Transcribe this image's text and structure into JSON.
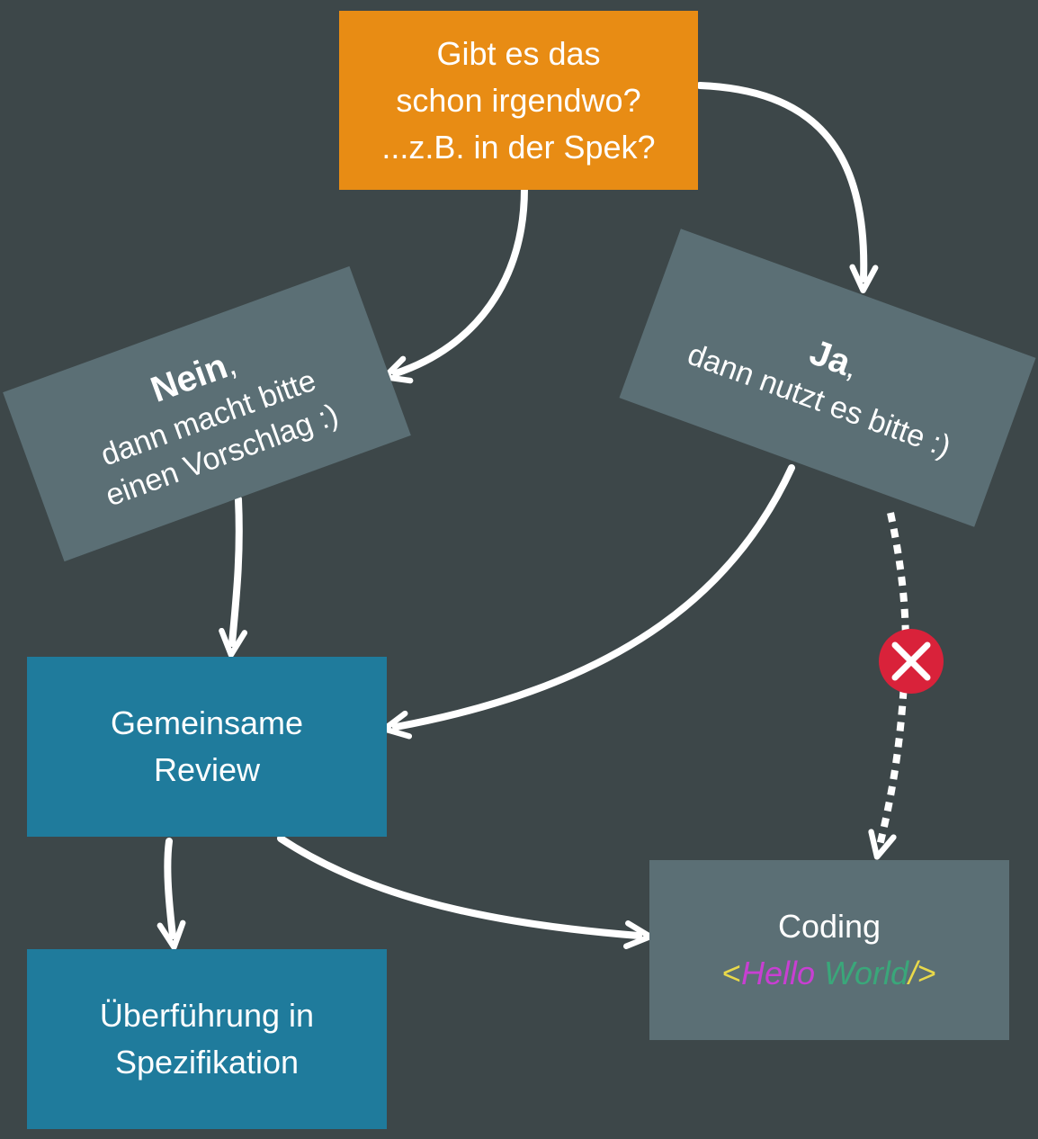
{
  "question": {
    "line1": "Gibt es das",
    "line2": "schon irgendwo?",
    "line3": "...z.B. in der Spek?"
  },
  "no_branch": {
    "bold": "Nein",
    "comma": ",",
    "line2": "dann macht bitte",
    "line3": "einen Vorschlag :)"
  },
  "yes_branch": {
    "bold": "Ja",
    "comma": ",",
    "line2": "dann nutzt es bitte :)"
  },
  "review": {
    "line1": "Gemeinsame",
    "line2": "Review"
  },
  "spec": {
    "line1": "Überführung in",
    "line2": "Spezifikation"
  },
  "coding": {
    "label": "Coding",
    "tag_open": "<",
    "hello": "Hello",
    "space": " ",
    "world": "World",
    "slash": "/",
    "tag_close": ">"
  },
  "colors": {
    "background": "#3d4749",
    "question": "#e88c14",
    "branch": "#5b6f75",
    "review": "#1f7b9c",
    "blocked": "#d9223a",
    "tag_yellow": "#e9d94a",
    "tag_magenta": "#c83fd2",
    "tag_green": "#3aa77a"
  }
}
